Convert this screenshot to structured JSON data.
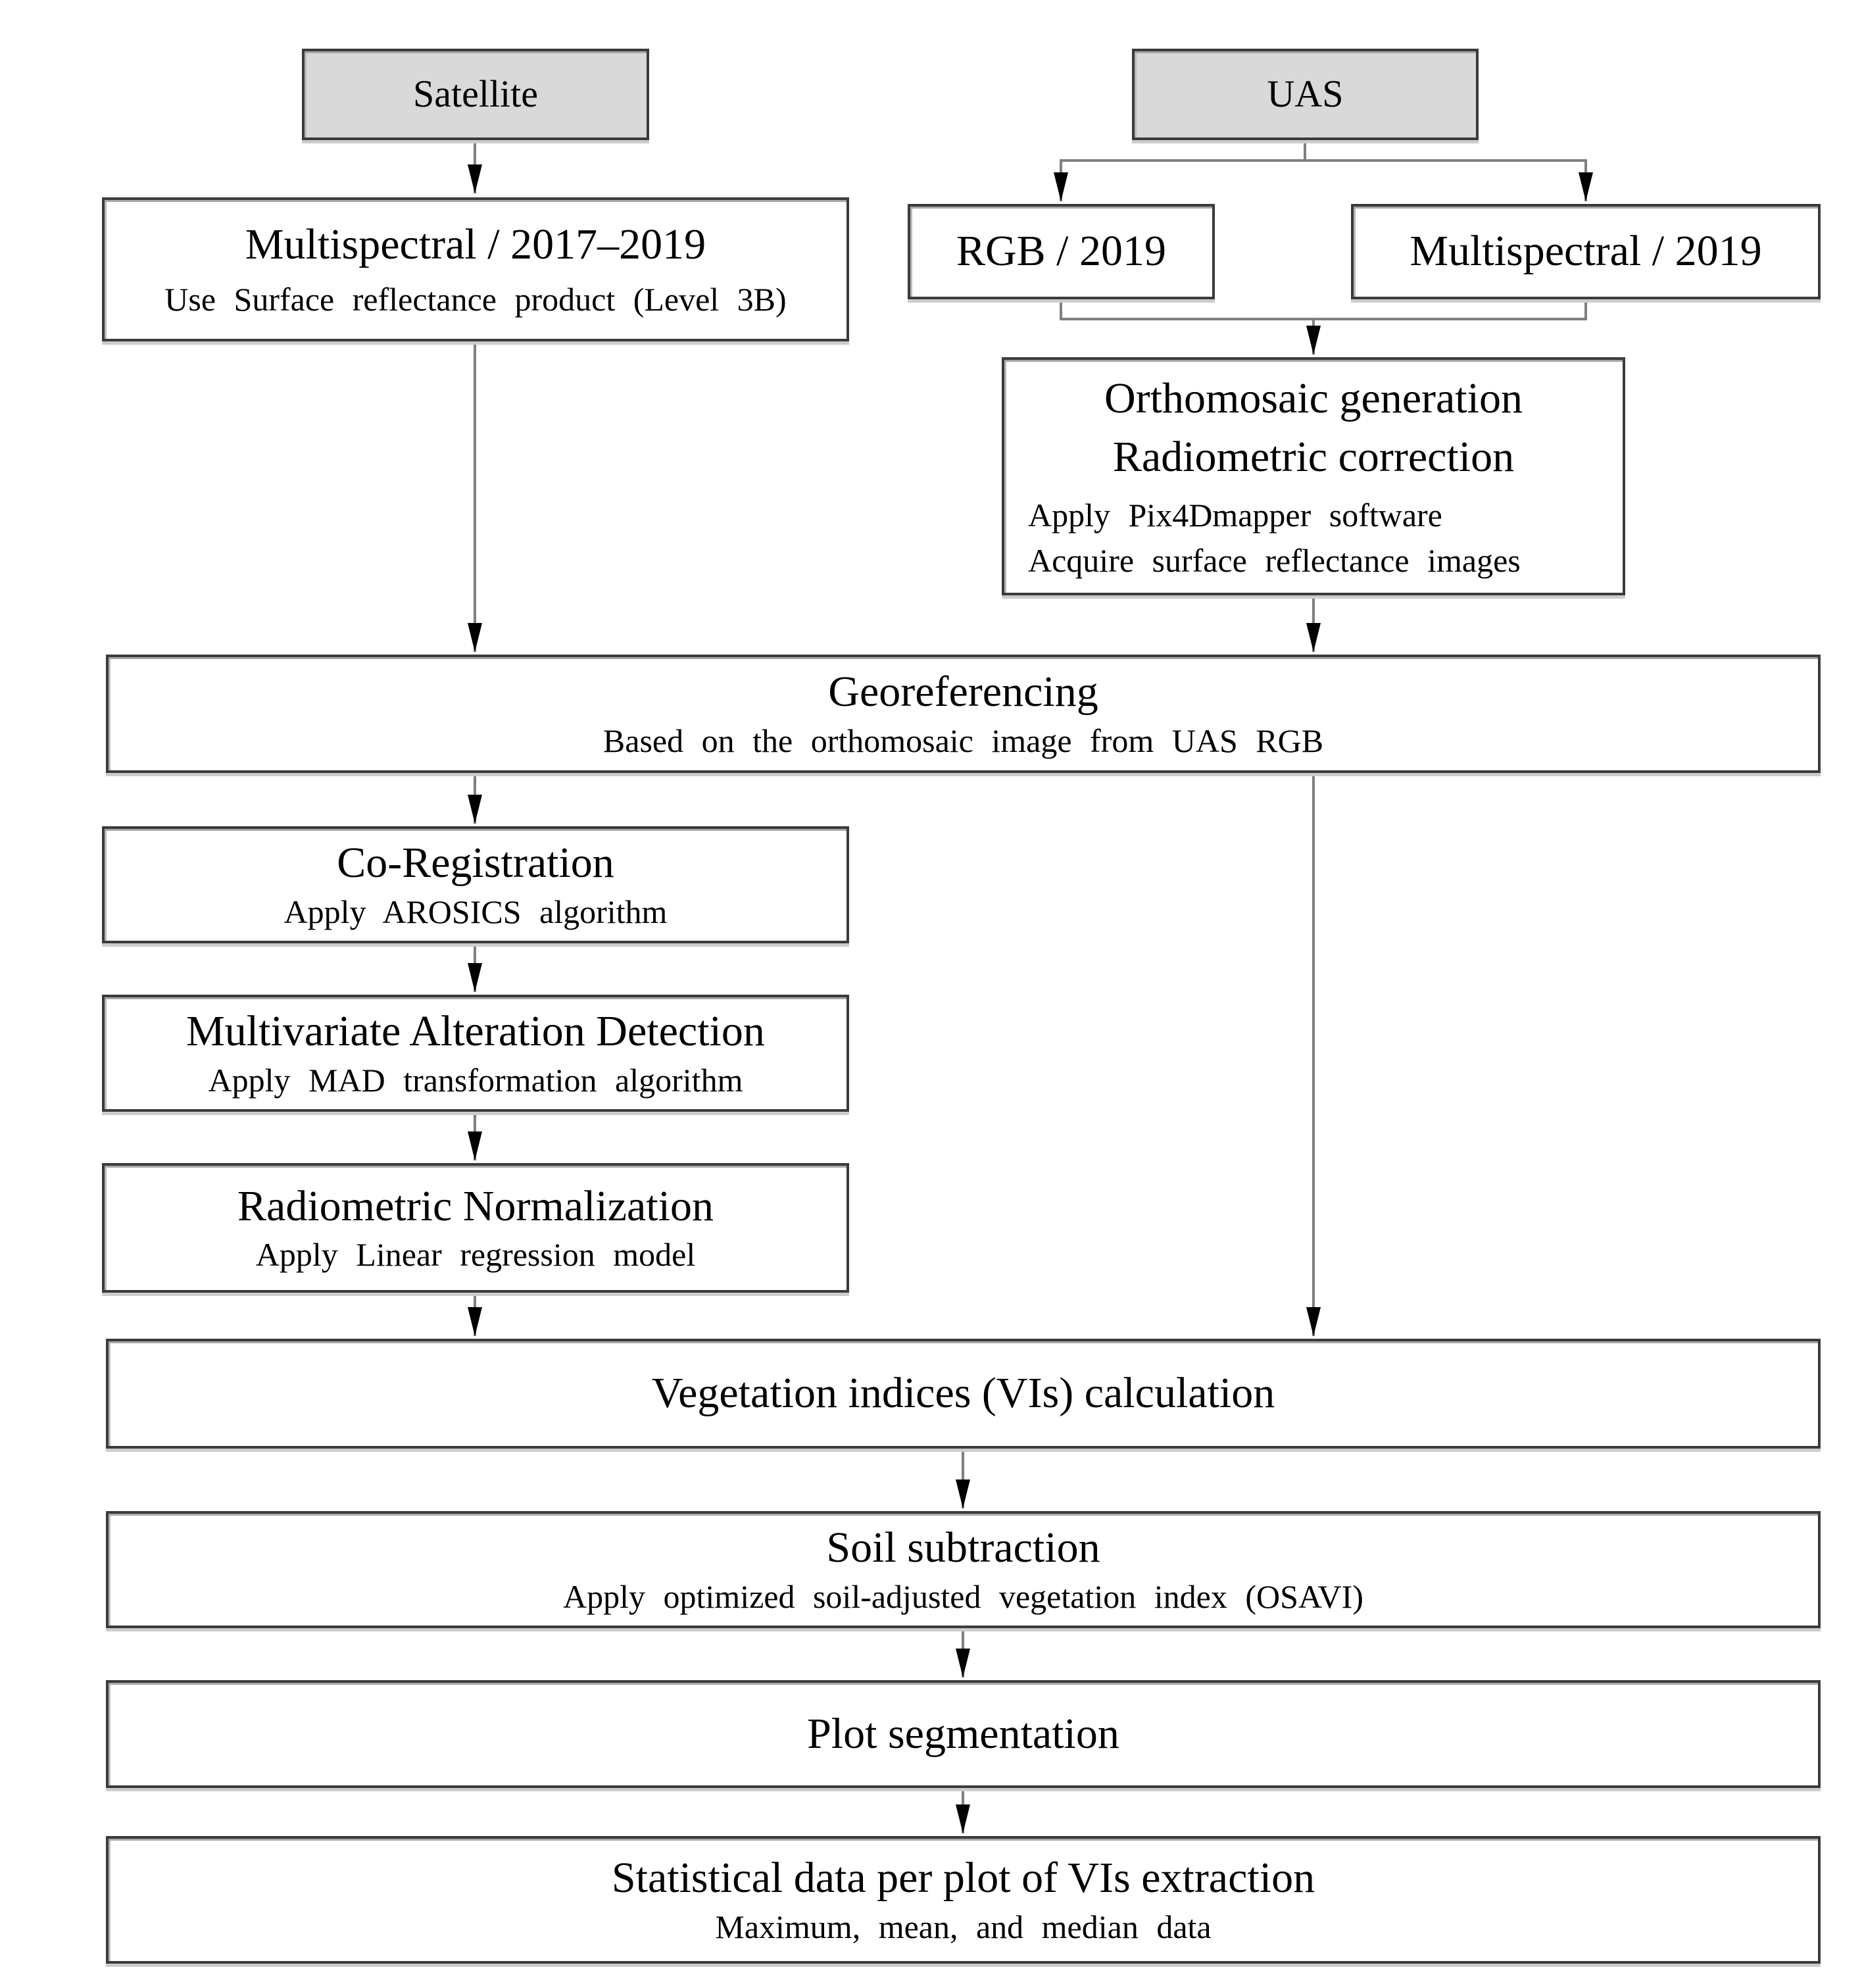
{
  "colors": {
    "header_fill": "#d9d9d9",
    "box_fill": "#ffffff",
    "box_border": "#3b3b3b",
    "connector_line": "#7f7f7f",
    "arrowhead": "#000000",
    "text": "#000000"
  },
  "nodes": {
    "satellite": {
      "title": "Satellite"
    },
    "uas": {
      "title": "UAS"
    },
    "satMultispectral": {
      "title": "Multispectral / 2017–2019",
      "subtitle": "Use Surface reflectance product (Level 3B)"
    },
    "uasRgb": {
      "title": "RGB / 2019"
    },
    "uasMultispectral": {
      "title": "Multispectral / 2019"
    },
    "orthomosaic": {
      "titleLines": [
        "Orthomosaic generation",
        "Radiometric correction"
      ],
      "subLines": [
        "Apply Pix4Dmapper software",
        "Acquire surface reflectance images"
      ]
    },
    "georeferencing": {
      "title": "Georeferencing",
      "subtitle": "Based on the orthomosaic image from UAS RGB"
    },
    "coRegistration": {
      "title": "Co-Registration",
      "subtitle": "Apply AROSICS algorithm"
    },
    "multivariateAlterationDetection": {
      "title": "Multivariate Alteration Detection",
      "subtitle": "Apply MAD transformation algorithm"
    },
    "radiometricNormalization": {
      "title": "Radiometric Normalization",
      "subtitle": "Apply Linear regression model"
    },
    "vegetationIndices": {
      "title": "Vegetation indices (VIs) calculation"
    },
    "soilSubtraction": {
      "title": "Soil subtraction",
      "subtitle": "Apply optimized soil-adjusted vegetation index (OSAVI)"
    },
    "plotSegmentation": {
      "title": "Plot segmentation"
    },
    "statistics": {
      "title": "Statistical data per plot of VIs extraction",
      "subtitle": "Maximum, mean, and median data"
    }
  }
}
